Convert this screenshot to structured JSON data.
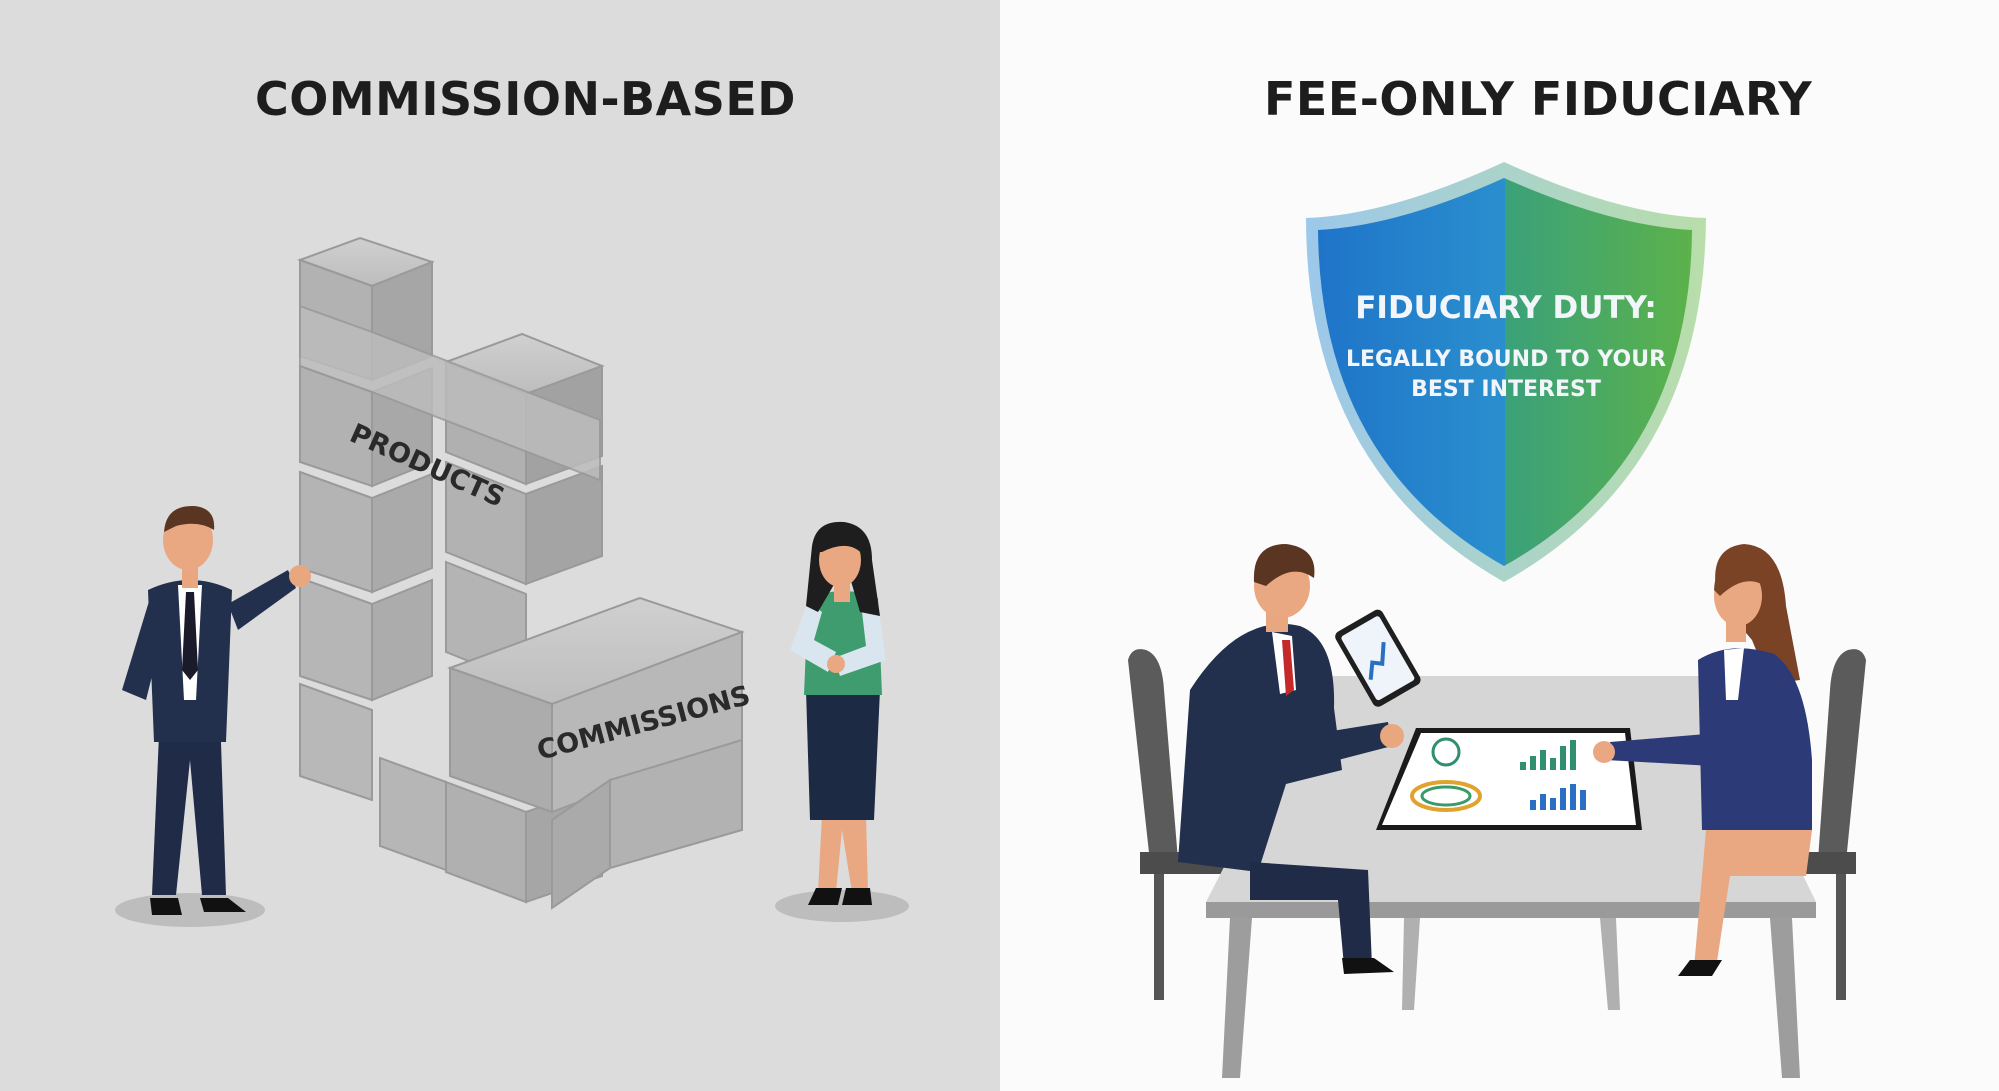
{
  "left_panel": {
    "heading": "COMMISSION-BASED",
    "blocks": {
      "upper_label": "PRODUCTS",
      "lower_label": "COMMISSIONS"
    }
  },
  "right_panel": {
    "heading": "FEE-ONLY FIDUCIARY",
    "shield": {
      "title": "FIDUCIARY DUTY:",
      "line1": "LEGALLY BOUND TO YOUR",
      "line2": "BEST INTEREST"
    }
  },
  "colors": {
    "left_background": "#dcdcdc",
    "right_background": "#fbfbfb",
    "shield_blue": "#1f74c9",
    "shield_green": "#5cb24a",
    "suit_navy": "#22304d",
    "blouse_green": "#3f9c6e"
  }
}
